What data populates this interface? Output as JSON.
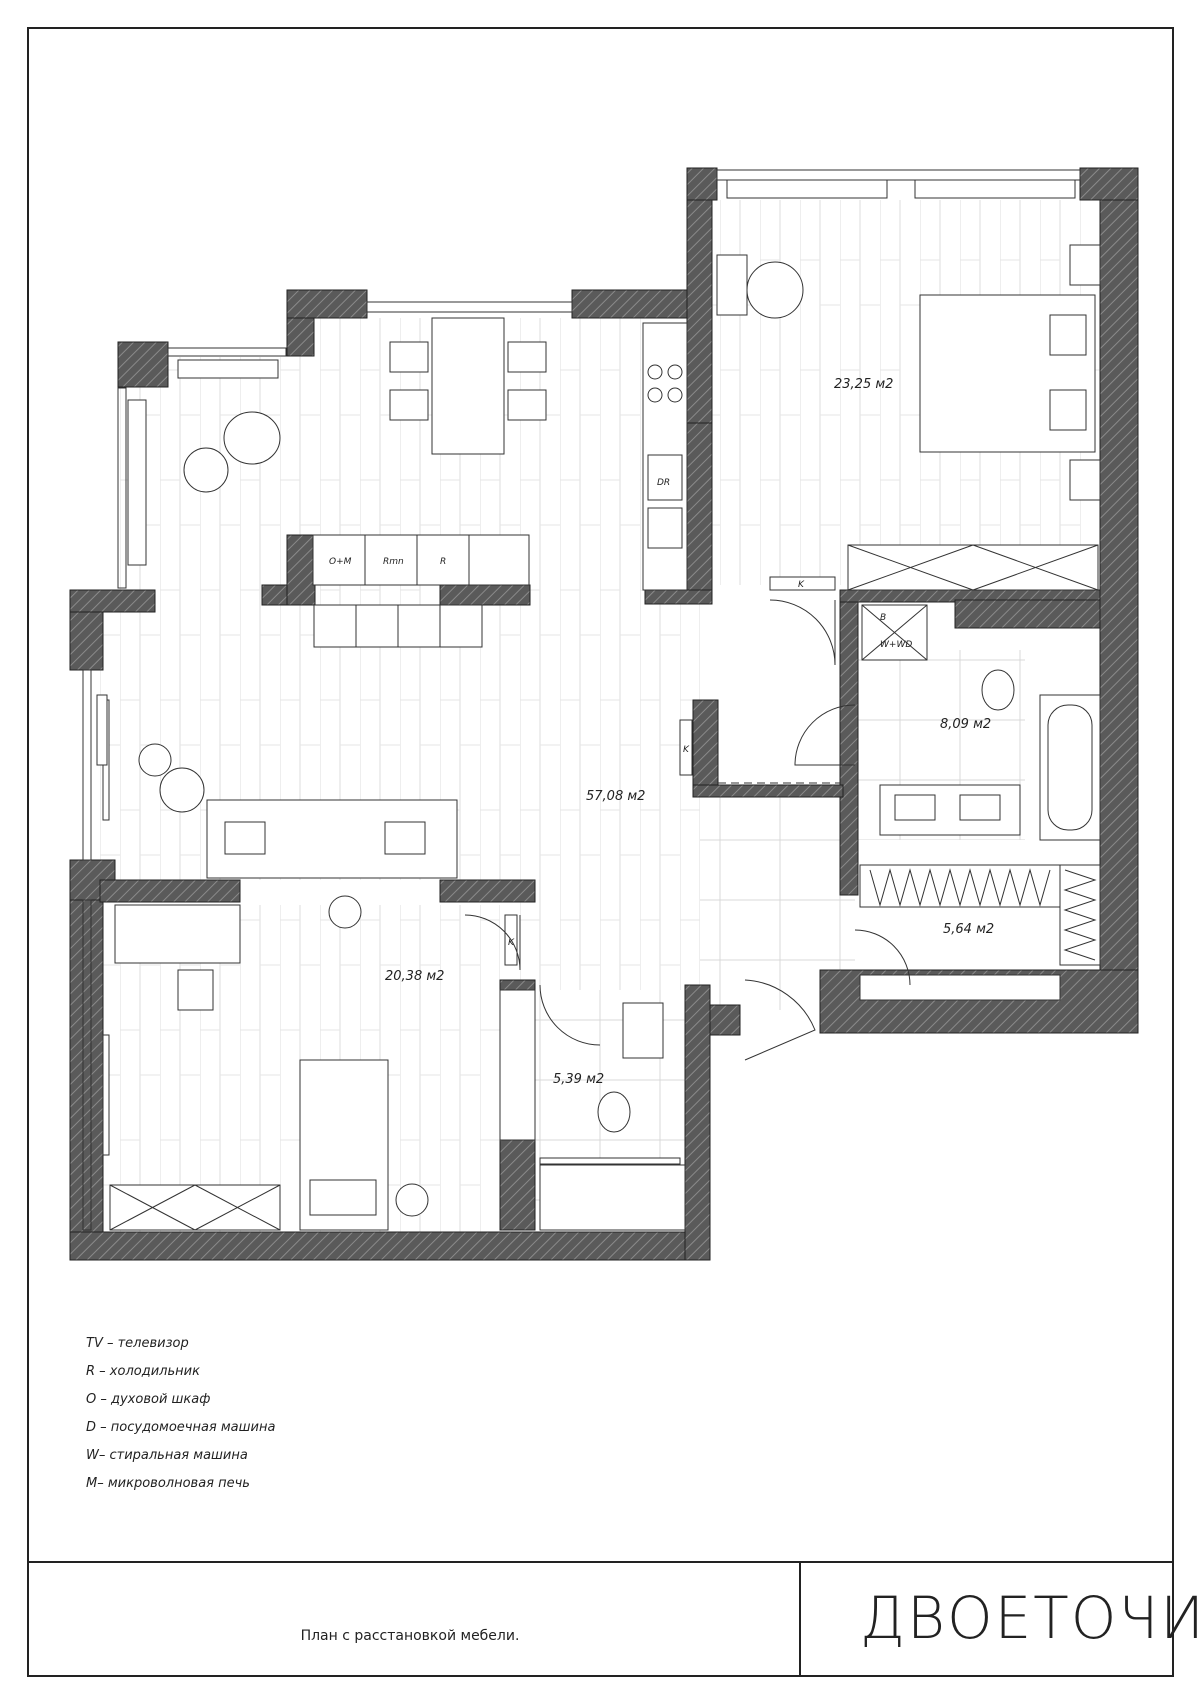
{
  "rooms": {
    "living": {
      "area": "57,08 м2"
    },
    "bedroom": {
      "area": "23,25 м2"
    },
    "bath_main": {
      "area": "8,09 м2"
    },
    "wardrobe": {
      "area": "5,64 м2"
    },
    "kids_room": {
      "area": "20,38 м2"
    },
    "bath_small": {
      "area": "5,39 м2"
    }
  },
  "appliance_labels": {
    "oven_micro": "O+M",
    "fridge_small": "Rmn",
    "fridge": "R",
    "dishwasher": "DR",
    "closet_k1": "K",
    "closet_k2": "K",
    "closet_k3": "K",
    "washer": "W+WD",
    "boiler": "B"
  },
  "legend": [
    "TV – телевизор",
    "R – холодильник",
    "O – духовой шкаф",
    "D – посудомоечная машина",
    "W– стиральная машина",
    "M– микроволновая печь"
  ],
  "footer": {
    "caption": "План с расстановкой мебели.",
    "logo": "ДВОЕТОЧИЕ"
  },
  "colors": {
    "wall": "#555555",
    "line": "#333333",
    "floor_line": "#cccccc"
  }
}
